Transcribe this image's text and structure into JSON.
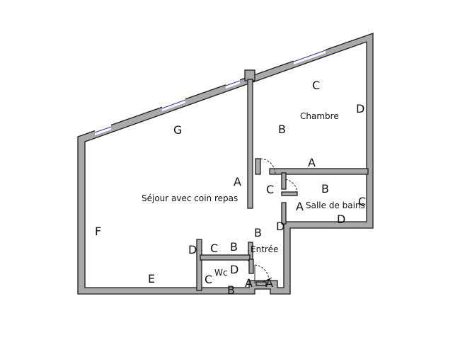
{
  "rooms": {
    "sejour": "Séjour avec coin repas",
    "chambre": "Chambre",
    "salle_de_bains": "Salle de bains",
    "entree": "Entrée",
    "wc": "Wc"
  },
  "wall_labels": {
    "sejour_top": "G",
    "sejour_left": "F",
    "sejour_bottom": "E",
    "sejour_right": "A",
    "chambre_top": "C",
    "chambre_right": "D",
    "chambre_left": "B",
    "chambre_bottom": "A",
    "degagement": "C",
    "sdb_top": "B",
    "sdb_right": "C",
    "sdb_left": "A",
    "sdb_bottom": "D",
    "entree_top": "B",
    "entree_left": "D",
    "placard_c": "C",
    "placard_b": "B",
    "placard_d": "D",
    "wc_top": "D",
    "wc_left": "C",
    "wc_bottom": "B",
    "wc_door": "A",
    "entrance_door": "A"
  }
}
